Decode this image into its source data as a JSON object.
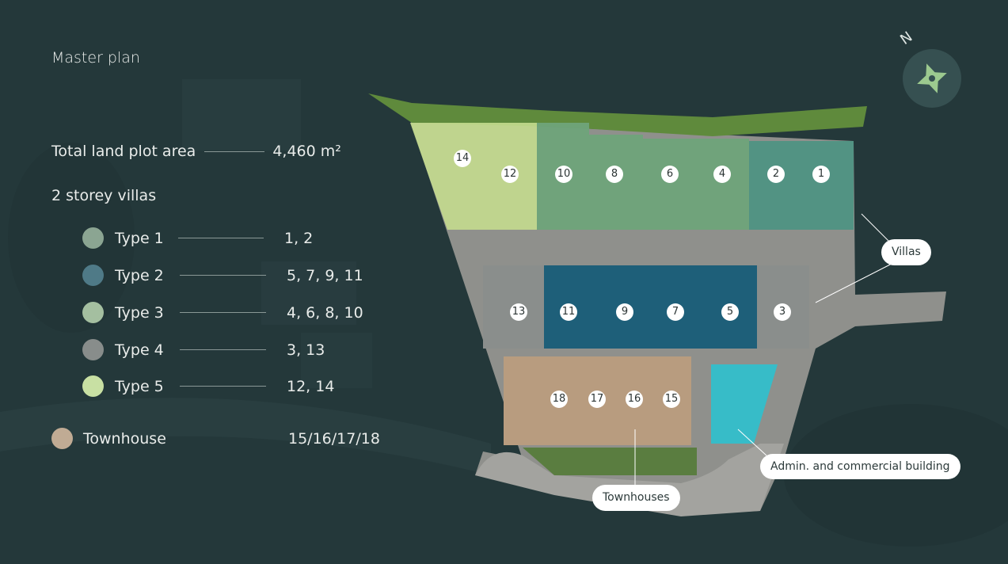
{
  "title": "Master plan",
  "land_area": {
    "label": "Total land plot area",
    "value": "4,460 m²"
  },
  "villas_heading": "2 storey villas",
  "types": [
    {
      "label": "Type 1",
      "plots": "1, 2",
      "color": "#8ba592"
    },
    {
      "label": "Type 2",
      "plots": "5, 7, 9, 11",
      "color": "#4f7a87"
    },
    {
      "label": "Type 3",
      "plots": "4, 6, 8, 10",
      "color": "#a4bfa0"
    },
    {
      "label": "Type 4",
      "plots": "3, 13",
      "color": "#888d8b"
    },
    {
      "label": "Type 5",
      "plots": "12, 14",
      "color": "#c8e0a3"
    }
  ],
  "townhouse": {
    "label": "Townhouse",
    "plots": "15/16/17/18",
    "color": "#c0ab94"
  },
  "callouts": {
    "villas": "Villas",
    "admin": "Admin. and commercial building",
    "townhouses": "Townhouses"
  },
  "compass_label": "N",
  "plot_numbers": [
    "1",
    "2",
    "3",
    "4",
    "5",
    "6",
    "7",
    "8",
    "9",
    "10",
    "11",
    "12",
    "13",
    "14",
    "15",
    "16",
    "17",
    "18"
  ],
  "map_colors": {
    "type1": "#4f9483",
    "type2": "#1e5f79",
    "type3": "#6fa47a",
    "type4": "#8a8e8c",
    "type5": "#c4db8e",
    "townhouse": "#b89c7f",
    "admin": "#37bcc8",
    "road": "#9b9c98",
    "greenery": "#5f8a3c"
  }
}
